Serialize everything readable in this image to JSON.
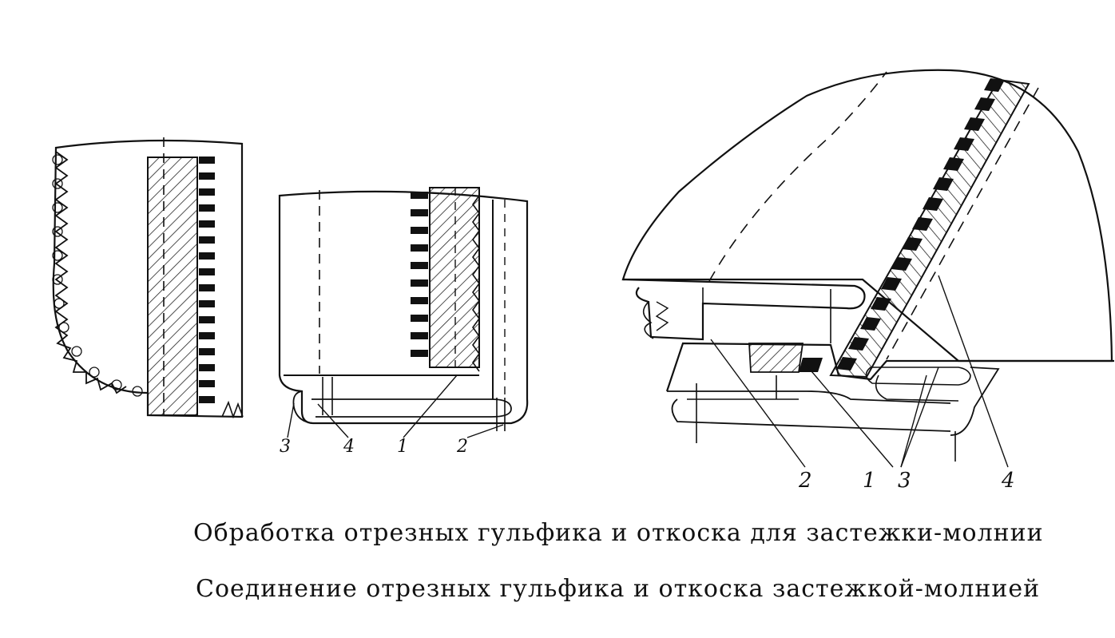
{
  "figure": {
    "labels": {
      "fig2_l1": "3",
      "fig2_l2": "4",
      "fig2_l3": "1",
      "fig2_l4": "2",
      "fig3_l1": "2",
      "fig3_l2": "1",
      "fig3_l3": "3",
      "fig3_l4": "4"
    },
    "captions": {
      "line1": "Обработка отрезных гульфика и откоска для застежки-молнии",
      "line2": "Соединение отрезных гульфика и откоска застежкой-молнией"
    }
  }
}
